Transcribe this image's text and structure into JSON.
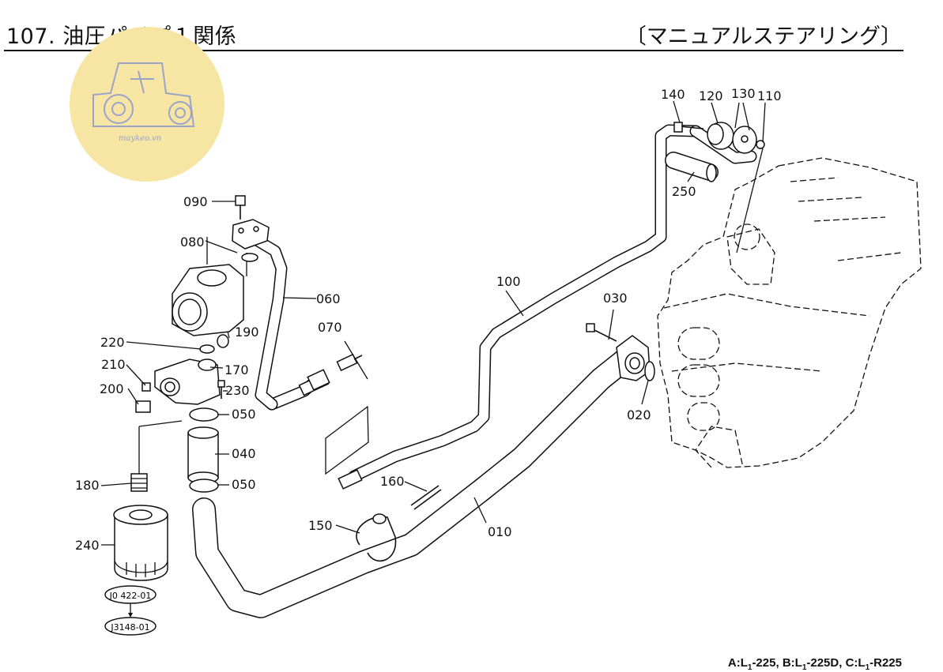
{
  "header": {
    "title": "107. 油圧パイプ１関係",
    "subtitle": "〔マニュアルステアリング〕"
  },
  "watermark": {
    "text": "maykeo.vn",
    "color": "#f7e5a3"
  },
  "labels": {
    "p010": "010",
    "p020": "020",
    "p030": "030",
    "p040": "040",
    "p050a": "050",
    "p050b": "050",
    "p060": "060",
    "p070": "070",
    "p080": "080",
    "p090": "090",
    "p100": "100",
    "p110": "110",
    "p120": "120",
    "p130": "130",
    "p140": "140",
    "p150": "150",
    "p160": "160",
    "p170": "170",
    "p180": "180",
    "p190": "190",
    "p200": "200",
    "p210": "210",
    "p220": "220",
    "p230": "230",
    "p240": "240",
    "p250": "250"
  },
  "refs": {
    "ref1": "J0 422-01",
    "ref2": "J3148-01"
  },
  "footer": {
    "a_prefix": "A:L",
    "a_suffix": "-225,",
    "b_prefix": "B:L",
    "b_suffix": "-225D,",
    "c_prefix": "C:L",
    "c_suffix": "-R225",
    "sub": "1"
  }
}
